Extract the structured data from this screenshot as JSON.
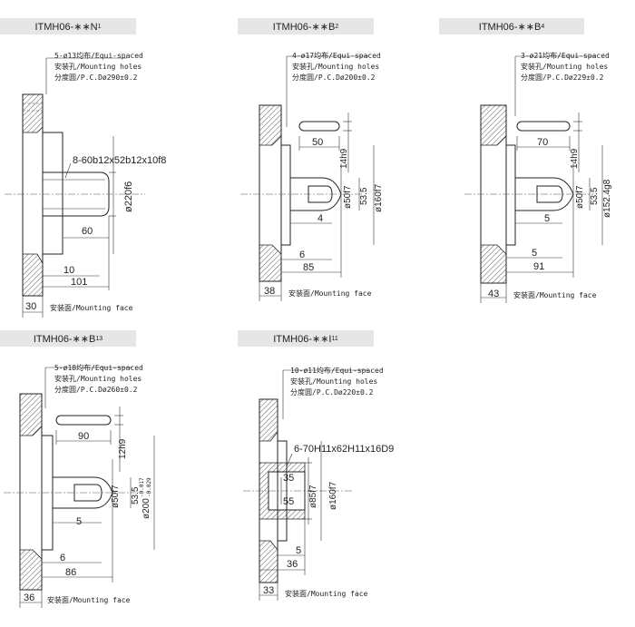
{
  "panels": [
    {
      "id": "n1",
      "title_main": "ITMH06-∗∗N",
      "title_sub": "1",
      "notes": [
        "5-ø13均布/Equi-spaced",
        "安装孔/Mounting holes",
        "分度圆/P.C.Dø290±0.2"
      ],
      "spline": "8-60b12x52b12x10f8",
      "dims": [
        "ø220f6",
        "60",
        "10",
        "101",
        "30"
      ],
      "mount_face": "安装面/Mounting face"
    },
    {
      "id": "b2",
      "title_main": "ITMH06-∗∗B",
      "title_sub": "2",
      "notes": [
        "4-ø17均布/Equi-spaced",
        "安装孔/Mounting holes",
        "分度圆/P.C.Dø200±0.2"
      ],
      "dims": [
        "50",
        "14h9",
        "ø50f7",
        "53.5",
        "ø160f7",
        "4",
        "6",
        "85",
        "38"
      ],
      "mount_face": "安装面/Mounting face"
    },
    {
      "id": "b4",
      "title_main": "ITMH06-∗∗B",
      "title_sub": "4",
      "notes": [
        "3-ø21均布/Equi-spaced",
        "安装孔/Mounting holes",
        "分度圆/P.C.Dø229±0.2"
      ],
      "dims": [
        "70",
        "14h9",
        "ø50f7",
        "53.5",
        "ø152.4g8",
        "5",
        "5",
        "91",
        "43"
      ],
      "mount_face": "安装面/Mounting face"
    },
    {
      "id": "b13",
      "title_main": "ITMH06-∗∗B",
      "title_sub": "13",
      "notes": [
        "5-ø18均布/Equi-spaced",
        "安装孔/Mounting holes",
        "分度圆/P.C.Dø260±0.2"
      ],
      "dims": [
        "90",
        "12h9",
        "ø50f7",
        "53.5",
        "ø200",
        "-0.017",
        "-0.029",
        "5",
        "6",
        "86",
        "36"
      ],
      "mount_face": "安装面/Mounting face"
    },
    {
      "id": "i11",
      "title_main": "ITMH06-∗∗I",
      "title_sub": "11",
      "notes": [
        "10-ø11均布/Equi-spaced",
        "安装孔/Mounting holes",
        "分度圆/P.C.Dø220±0.2"
      ],
      "spline": "6-70H11x62H11x16D9",
      "dims": [
        "35",
        "55",
        "ø85f7",
        "ø160f7",
        "5",
        "36",
        "33"
      ],
      "mount_face": "安装面/Mounting face"
    }
  ]
}
